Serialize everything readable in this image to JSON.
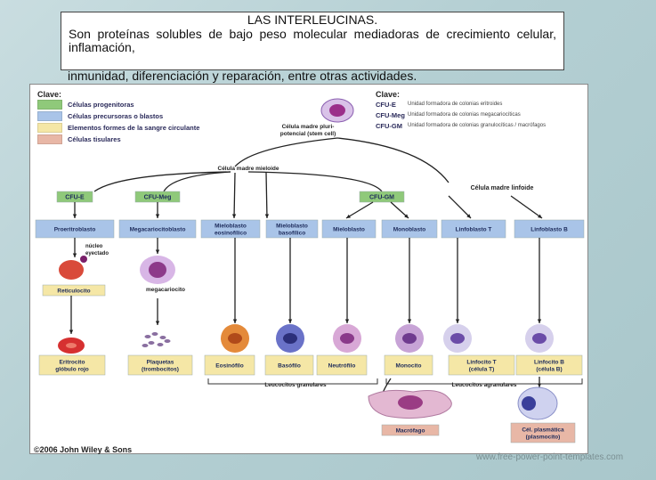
{
  "header": {
    "title": "LAS INTERLEUCINAS.",
    "body": "Son proteínas solubles de bajo peso molecular mediadoras de crecimiento celular, inflamación,",
    "overflow": "inmunidad, diferenciación y reparación, entre otras actividades."
  },
  "diagram": {
    "legend_left_title": "Clave:",
    "legend_left": [
      {
        "label": "Células progenitoras",
        "color": "#8fc97a"
      },
      {
        "label": "Células precursoras o blastos",
        "color": "#a9c4e8"
      },
      {
        "label": "Elementos formes de la sangre circulante",
        "color": "#f5e7a6"
      },
      {
        "label": "Células tisulares",
        "color": "#e8b7a6"
      }
    ],
    "legend_right_title": "Clave:",
    "legend_right": [
      {
        "abbr": "CFU-E",
        "desc": "Unidad formadora de colonias eritroides"
      },
      {
        "abbr": "CFU-Meg",
        "desc": "Unidad formadora de colonias megacariocíticas"
      },
      {
        "abbr": "CFU-GM",
        "desc": "Unidad formadora de colonias granulocíticas / macrófagos"
      }
    ],
    "stem_cell": "Célula madre pluri- potencial (stem cell)",
    "myeloid_stem": "Célula madre mieloide",
    "lymphoid_stem": "Célula madre linfoide",
    "progenitors": [
      "CFU-E",
      "CFU-Meg",
      "CFU-GM"
    ],
    "blasts": [
      "Proeritroblasto",
      "Megacariocitoblasto",
      "Mieloblasto eosinofílico",
      "Mieloblasto basofílico",
      "Mieloblasto",
      "Monoblasto",
      "Linfoblasto T",
      "Linfoblasto B"
    ],
    "nucleus_label": "núcleo eyectado",
    "reticulocyte": "Reticulocito",
    "megakaryocyte": "megacariocito",
    "final_cells": [
      "Eritrocito glóbulo rojo",
      "Plaquetas (trombocitos)",
      "Eosinófilo",
      "Basófilo",
      "Neutrófilo",
      "Monocito",
      "Linfocito T (célula T)",
      "Linfocito B (célula B)"
    ],
    "granular_group": "Leucocitos granulares",
    "agranular_group": "Leucocitos agranulares",
    "macrophage": "Macrófago",
    "plasma_cell": "Cél. plasmática (plasmocito)"
  },
  "footer": {
    "copyright": "©2006 John Wiley & Sons",
    "watermark": "www.free-power-point-templates.com"
  },
  "colors": {
    "progenitor": "#8fc97a",
    "blast": "#a9c4e8",
    "circulating": "#f5e7a6",
    "tissue": "#e8b7a6"
  }
}
